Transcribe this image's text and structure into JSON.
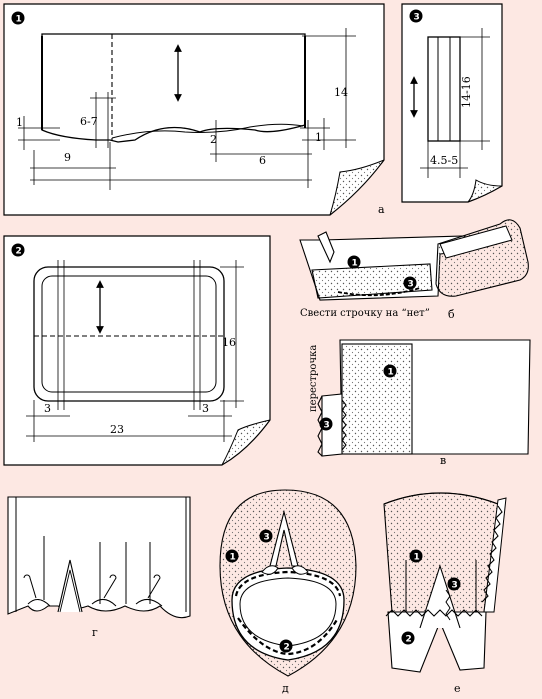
{
  "panel_a": {
    "marker": "1",
    "dim_left_edge": "1",
    "dim_dart": "6-7",
    "dim_width_left": "9",
    "dim_center": "2",
    "dim_width_right": "6",
    "dim_height": "14",
    "dim_right_edge": "1"
  },
  "panel_strap": {
    "marker": "3",
    "dim_height": "14-16",
    "dim_width": "4.5-5"
  },
  "panel_pocket": {
    "marker": "2",
    "dim_height": "16",
    "dim_left": "3",
    "dim_right": "3",
    "dim_width": "23"
  },
  "panel_b": {
    "marker_1": "1",
    "marker_3": "3",
    "caption": "Свести строчку на “нет”"
  },
  "panel_v": {
    "side_label": "перестрочка",
    "marker_1": "1",
    "marker_3": "3"
  },
  "panel_d": {
    "marker_1": "1",
    "marker_2": "2",
    "marker_3": "3"
  },
  "panel_e": {
    "marker_1": "1",
    "marker_2": "2",
    "marker_3": "3"
  },
  "letters": {
    "a": "а",
    "b": "б",
    "v": "в",
    "g": "г",
    "d": "д",
    "e": "е"
  }
}
